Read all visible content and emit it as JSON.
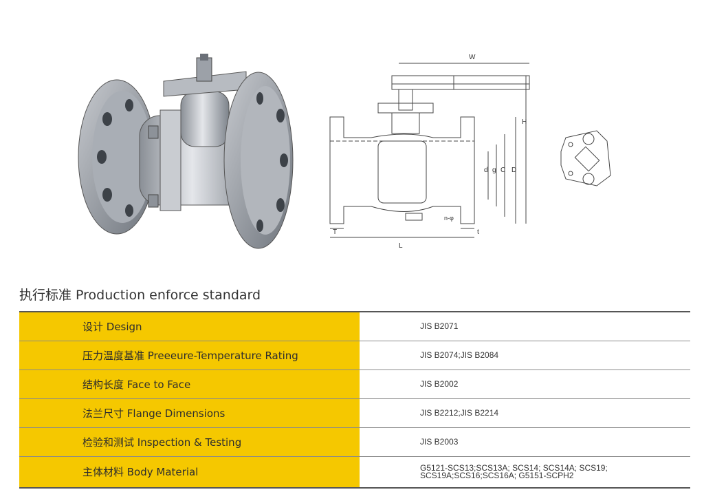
{
  "section_title": "执行标准 Production enforce standard",
  "drawing_labels": {
    "W": "W",
    "H": "H",
    "D": "D",
    "C": "C",
    "g": "g",
    "d": "d",
    "L": "L",
    "T": "T",
    "t": "t",
    "nphi": "n-φ"
  },
  "specs": [
    {
      "label": "设计 Design",
      "value": "JIS B2071"
    },
    {
      "label": "压力温度基准 Preeeure-Temperature Rating",
      "value": "JIS B2074;JIS B2084"
    },
    {
      "label": "结构长度 Face to Face",
      "value": "JIS B2002"
    },
    {
      "label": "法兰尺寸 Flange Dimensions",
      "value": "JIS B2212;JIS B2214"
    },
    {
      "label": "检验和测试 Inspection & Testing",
      "value": "JIS B2003"
    },
    {
      "label": "主体材料 Body Material",
      "value": "G5121-SCS13;SCS13A; SCS14; SCS14A; SCS19;",
      "value2": "SCS19A;SCS16;SCS16A; G5151-SCPH2"
    }
  ]
}
